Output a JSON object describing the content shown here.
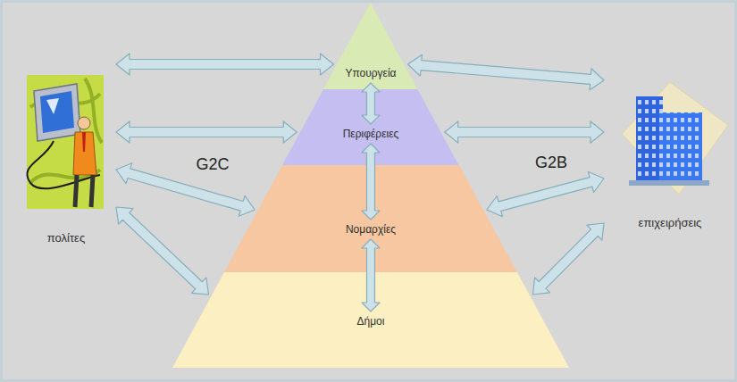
{
  "diagram": {
    "nodes": [
      {
        "text": [
          "Υπουργεία"
        ]
      },
      {
        "text": [
          "Περιφέρειες"
        ]
      },
      {
        "text": [
          "Νομαρχίες"
        ]
      },
      {
        "text": [
          "Δήμοι"
        ]
      },
      {
        "text": [
          "πολίτες"
        ]
      },
      {
        "text": [
          "επιχειρήσεις"
        ]
      }
    ],
    "edges": [
      {
        "from": 0,
        "to": 1,
        "arrow": "both"
      },
      {
        "from": 1,
        "to": 2,
        "arrow": "both"
      },
      {
        "from": 2,
        "to": 3,
        "arrow": "both"
      },
      {
        "from": 4,
        "to": 0,
        "arrow": "both"
      },
      {
        "from": 4,
        "to": 1,
        "arrow": "both"
      },
      {
        "from": 4,
        "to": 2,
        "arrow": "both"
      },
      {
        "from": 4,
        "to": 3,
        "arrow": "both"
      },
      {
        "from": 5,
        "to": 0,
        "arrow": "both"
      },
      {
        "from": 5,
        "to": 1,
        "arrow": "both"
      },
      {
        "from": 5,
        "to": 2,
        "arrow": "both"
      },
      {
        "from": 5,
        "to": 3,
        "arrow": "both"
      }
    ],
    "labels": [
      "G2C",
      "G2B"
    ]
  }
}
